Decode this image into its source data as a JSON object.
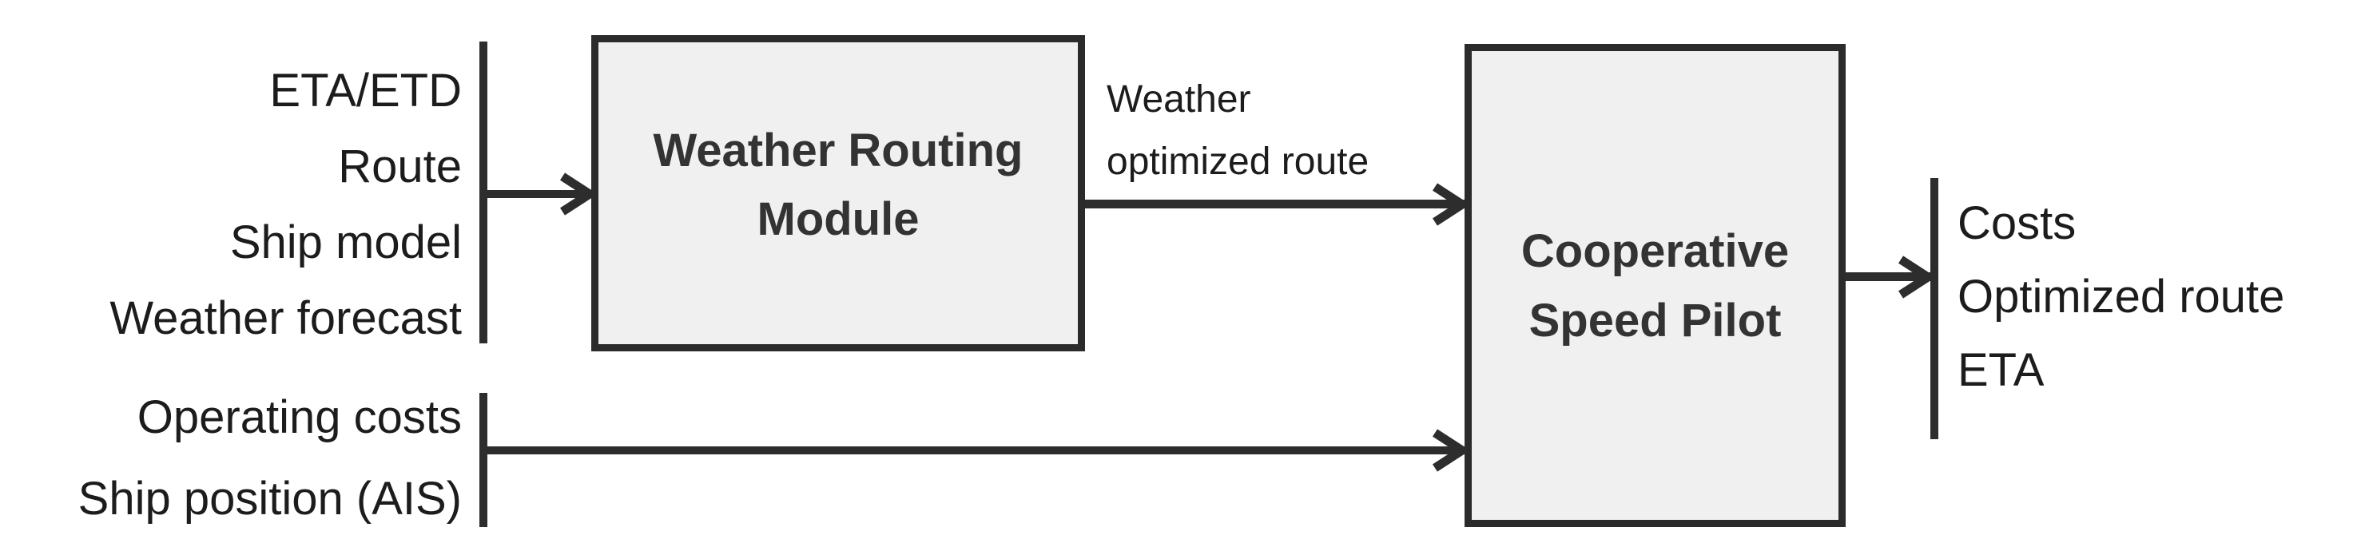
{
  "diagram": {
    "primary_inputs": [
      "ETA/ETD",
      "Route",
      "Ship model",
      "Weather forecast"
    ],
    "secondary_inputs": [
      "Operating costs",
      "Ship position (AIS)"
    ],
    "modules": [
      {
        "id": "weather-routing-module",
        "title_line1": "Weather Routing",
        "title_line2": "Module"
      },
      {
        "id": "cooperative-speed-pilot",
        "title_line1": "Cooperative",
        "title_line2": "Speed Pilot"
      }
    ],
    "edge_label": {
      "line1": "Weather",
      "line2": "optimized route"
    },
    "outputs": [
      "Costs",
      "Optimized route",
      "ETA"
    ],
    "colors": {
      "box_fill": "#f0f0f0",
      "box_border": "#2b2b2b",
      "line": "#2d2d2d",
      "text": "#1c1c1c",
      "box_text": "#333333"
    }
  }
}
